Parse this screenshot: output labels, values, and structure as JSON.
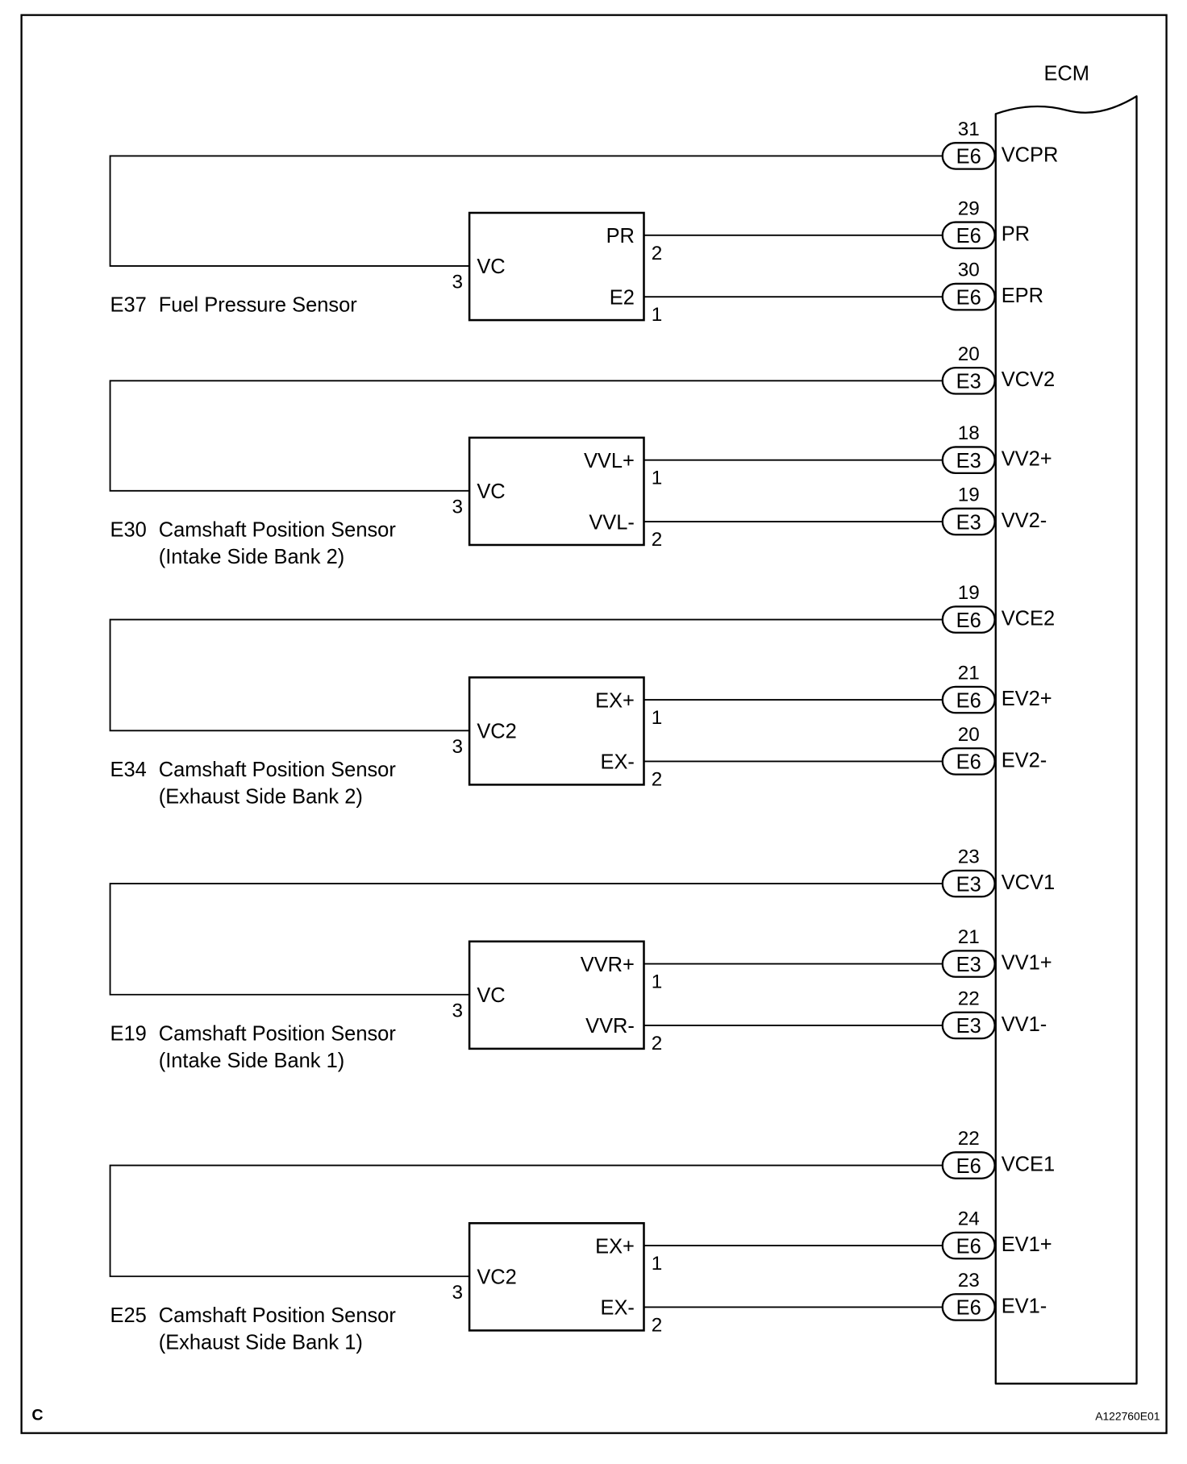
{
  "figure_id": "A122760E01",
  "corner_mark": "C",
  "ecm": {
    "label": "ECM"
  },
  "sensors": [
    {
      "ref": "E37",
      "name": [
        "Fuel Pressure Sensor"
      ],
      "supply": {
        "label": "VC",
        "pin": "3",
        "ecm_terminal": "VCPR",
        "ecm_pin": "31",
        "connector": "E6"
      },
      "signals": [
        {
          "label": "PR",
          "pin": "2",
          "ecm_terminal": "PR",
          "ecm_pin": "29",
          "connector": "E6"
        },
        {
          "label": "E2",
          "pin": "1",
          "ecm_terminal": "EPR",
          "ecm_pin": "30",
          "connector": "E6"
        }
      ]
    },
    {
      "ref": "E30",
      "name": [
        "Camshaft Position Sensor",
        "(Intake Side Bank 2)"
      ],
      "supply": {
        "label": "VC",
        "pin": "3",
        "ecm_terminal": "VCV2",
        "ecm_pin": "20",
        "connector": "E3"
      },
      "signals": [
        {
          "label": "VVL+",
          "pin": "1",
          "ecm_terminal": "VV2+",
          "ecm_pin": "18",
          "connector": "E3"
        },
        {
          "label": "VVL-",
          "pin": "2",
          "ecm_terminal": "VV2-",
          "ecm_pin": "19",
          "connector": "E3"
        }
      ]
    },
    {
      "ref": "E34",
      "name": [
        "Camshaft Position Sensor",
        "(Exhaust Side Bank 2)"
      ],
      "supply": {
        "label": "VC2",
        "pin": "3",
        "ecm_terminal": "VCE2",
        "ecm_pin": "19",
        "connector": "E6"
      },
      "signals": [
        {
          "label": "EX+",
          "pin": "1",
          "ecm_terminal": "EV2+",
          "ecm_pin": "21",
          "connector": "E6"
        },
        {
          "label": "EX-",
          "pin": "2",
          "ecm_terminal": "EV2-",
          "ecm_pin": "20",
          "connector": "E6"
        }
      ]
    },
    {
      "ref": "E19",
      "name": [
        "Camshaft Position Sensor",
        "(Intake Side Bank 1)"
      ],
      "supply": {
        "label": "VC",
        "pin": "3",
        "ecm_terminal": "VCV1",
        "ecm_pin": "23",
        "connector": "E3"
      },
      "signals": [
        {
          "label": "VVR+",
          "pin": "1",
          "ecm_terminal": "VV1+",
          "ecm_pin": "21",
          "connector": "E3"
        },
        {
          "label": "VVR-",
          "pin": "2",
          "ecm_terminal": "VV1-",
          "ecm_pin": "22",
          "connector": "E3"
        }
      ]
    },
    {
      "ref": "E25",
      "name": [
        "Camshaft Position Sensor",
        "(Exhaust Side Bank 1)"
      ],
      "supply": {
        "label": "VC2",
        "pin": "3",
        "ecm_terminal": "VCE1",
        "ecm_pin": "22",
        "connector": "E6"
      },
      "signals": [
        {
          "label": "EX+",
          "pin": "1",
          "ecm_terminal": "EV1+",
          "ecm_pin": "24",
          "connector": "E6"
        },
        {
          "label": "EX-",
          "pin": "2",
          "ecm_terminal": "EV1-",
          "ecm_pin": "23",
          "connector": "E6"
        }
      ]
    }
  ]
}
